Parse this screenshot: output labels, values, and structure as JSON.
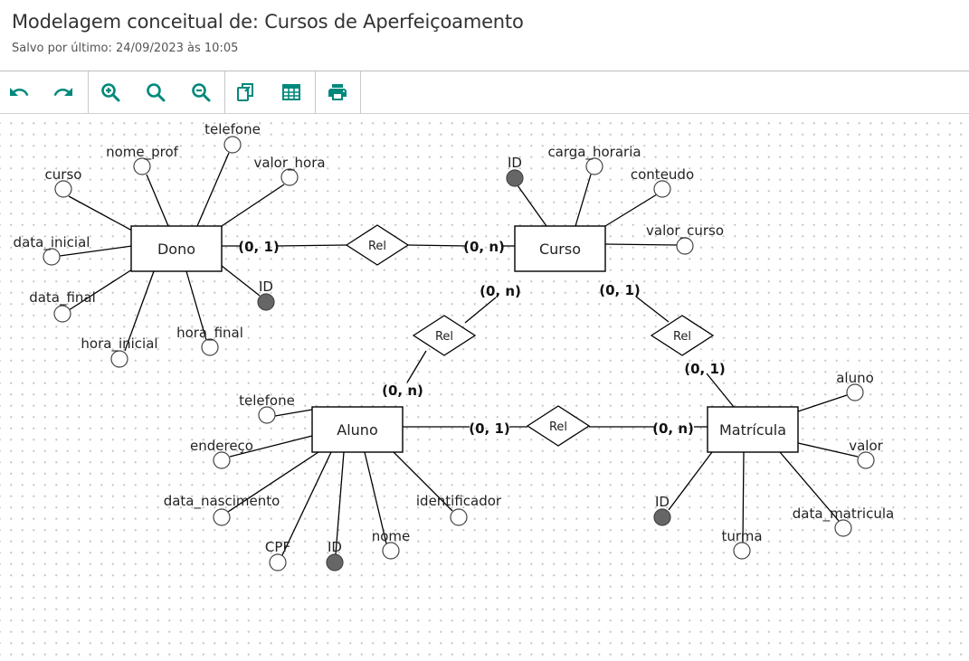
{
  "header": {
    "title": "Modelagem conceitual de: Cursos de Aperfeiçoamento",
    "saved": "Salvo por último: 24/09/2023 às 10:05"
  },
  "toolbar": {
    "accent": "#00897b",
    "buttons": [
      {
        "name": "undo-button",
        "icon": "undo-icon"
      },
      {
        "name": "redo-button",
        "icon": "redo-icon"
      },
      {
        "name": "zoom-in-button",
        "icon": "zoom-in-icon"
      },
      {
        "name": "zoom-reset-button",
        "icon": "zoom-icon"
      },
      {
        "name": "zoom-out-button",
        "icon": "zoom-out-icon"
      },
      {
        "name": "copy-button",
        "icon": "copy-icon"
      },
      {
        "name": "table-button",
        "icon": "table-icon"
      },
      {
        "name": "print-button",
        "icon": "print-icon"
      }
    ]
  },
  "diagram": {
    "entities": {
      "dono": "Dono",
      "curso": "Curso",
      "aluno": "Aluno",
      "matricula": "Matrícula"
    },
    "relationships": {
      "dono_curso": "Rel",
      "curso_aluno": "Rel",
      "curso_matricula": "Rel",
      "aluno_matricula": "Rel"
    },
    "cardinalities": {
      "dono_side": "(0, 1)",
      "curso_side_dono": "(0, n)",
      "curso_side_aluno": "(0, n)",
      "aluno_side_curso": "(0, n)",
      "curso_side_matricula": "(0, 1)",
      "matricula_side_curso": "(0, 1)",
      "aluno_side_matricula": "(0, 1)",
      "matricula_side_aluno": "(0, n)"
    },
    "attributes": {
      "dono": [
        "curso",
        "nome_prof",
        "telefone",
        "valor_hora",
        "data_inicial",
        "data_final",
        "hora_inicial",
        "hora_final",
        "ID"
      ],
      "curso": [
        "ID",
        "carga_horaria",
        "conteudo",
        "valor_curso"
      ],
      "aluno": [
        "telefone",
        "endereço",
        "data_nascimento",
        "CPF",
        "ID",
        "nome",
        "identificador"
      ],
      "matricula": [
        "aluno",
        "valor",
        "data_matricula",
        "turma",
        "ID"
      ]
    },
    "colors": {
      "key_attribute": "#666666",
      "line": "#000000"
    }
  }
}
